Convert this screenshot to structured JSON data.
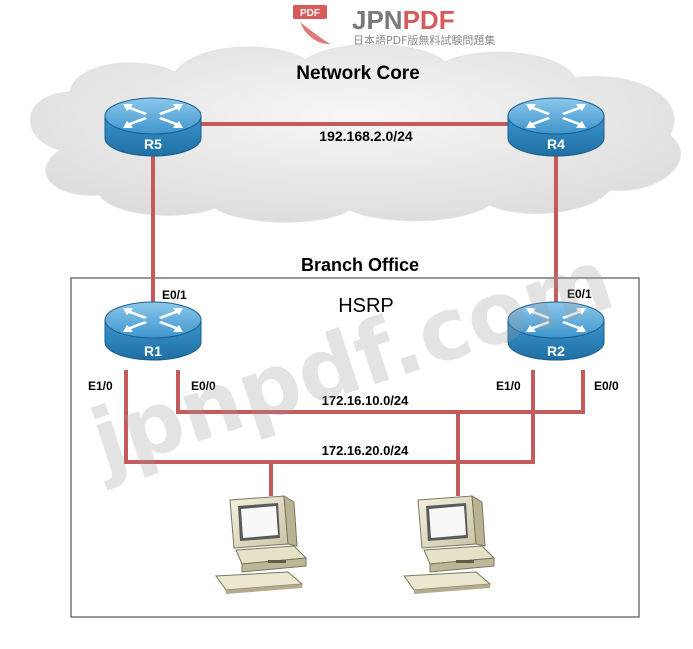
{
  "logo": {
    "badge": "PDF",
    "brand_first": "JPN",
    "brand_second": "PDF",
    "tagline": "日本語PDF版無料試験問題集"
  },
  "cloud": {
    "title": "Network Core"
  },
  "routers": {
    "r5": "R5",
    "r4": "R4",
    "r1": "R1",
    "r2": "R2"
  },
  "links": {
    "core_subnet": "192.168.2.0/24",
    "lan1_subnet": "172.16.10.0/24",
    "lan2_subnet": "172.16.20.0/24"
  },
  "branch": {
    "title": "Branch Office",
    "protocol": "HSRP"
  },
  "interfaces": {
    "r1_e01": "E0/1",
    "r1_e10": "E1/0",
    "r1_e00": "E0/0",
    "r2_e01": "E0/1",
    "r2_e10": "E1/0",
    "r2_e00": "E0/0"
  },
  "watermark": "jpnpdf.com",
  "colors": {
    "link": "#c45a5a",
    "router_body": "#2e8cc4",
    "router_top": "#4aa3d6",
    "cloud": "#eeeeee",
    "box_border": "#555555",
    "brand_grey": "#7a7a7a",
    "brand_red": "#d85a5a"
  }
}
